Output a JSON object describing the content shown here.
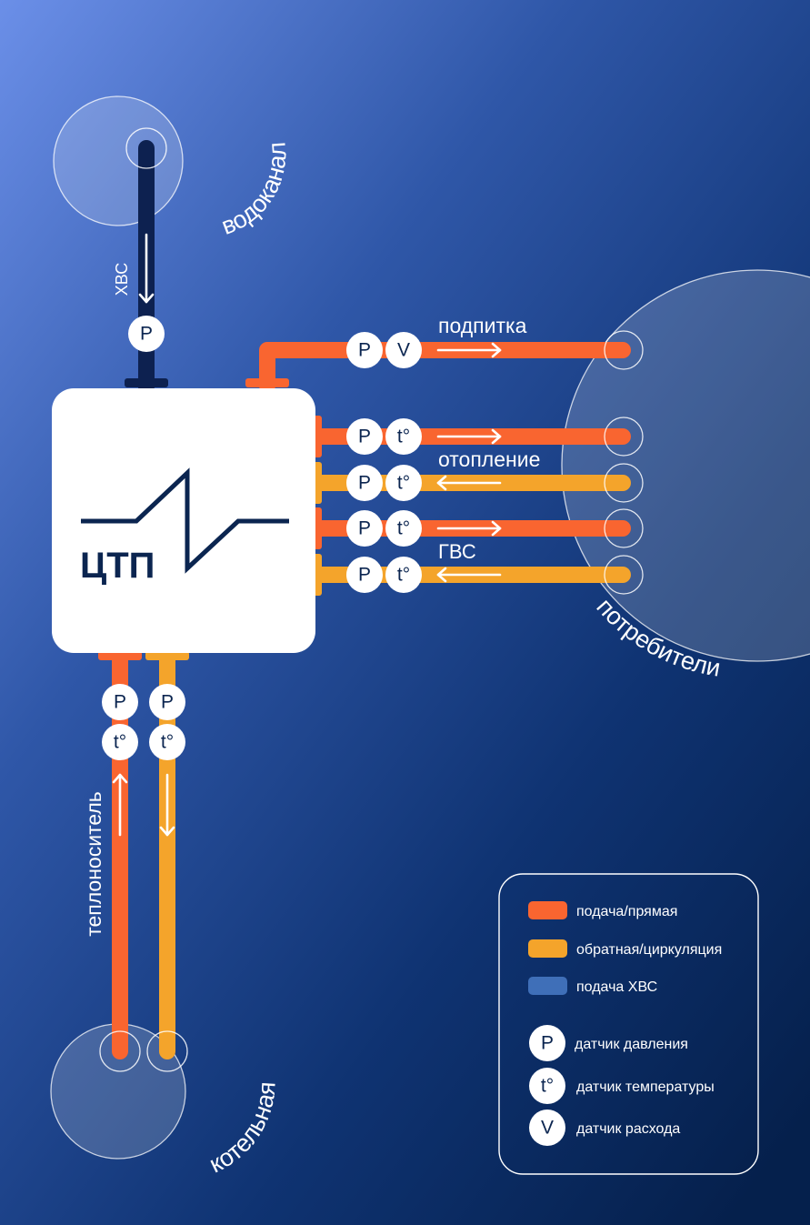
{
  "station": {
    "name": "ЦТП"
  },
  "sources": {
    "water_utility": "водоканал",
    "consumers": "потребители",
    "boiler_house": "котельная"
  },
  "pipes": {
    "cold_water": "ХВС",
    "makeup": "подпитка",
    "heating": "отопление",
    "hot_water": "ГВС",
    "coolant": "теплоноситель"
  },
  "sensors": {
    "pressure": "P",
    "temperature": "t°",
    "flow": "V"
  },
  "legend": {
    "supply": "подача/прямая",
    "return": "обратная/циркуляция",
    "cold_supply": "подача ХВС",
    "pressure_sensor": "датчик давления",
    "temperature_sensor": "датчик температуры",
    "flow_sensor": "датчик расхода"
  },
  "colors": {
    "supply": "#f96530",
    "return": "#f4a42b",
    "cold_supply": "#0d2150",
    "legend_cold_swatch": "#3f6fb8",
    "background_top": "#6d8fe6",
    "background_bottom": "#06214d"
  }
}
